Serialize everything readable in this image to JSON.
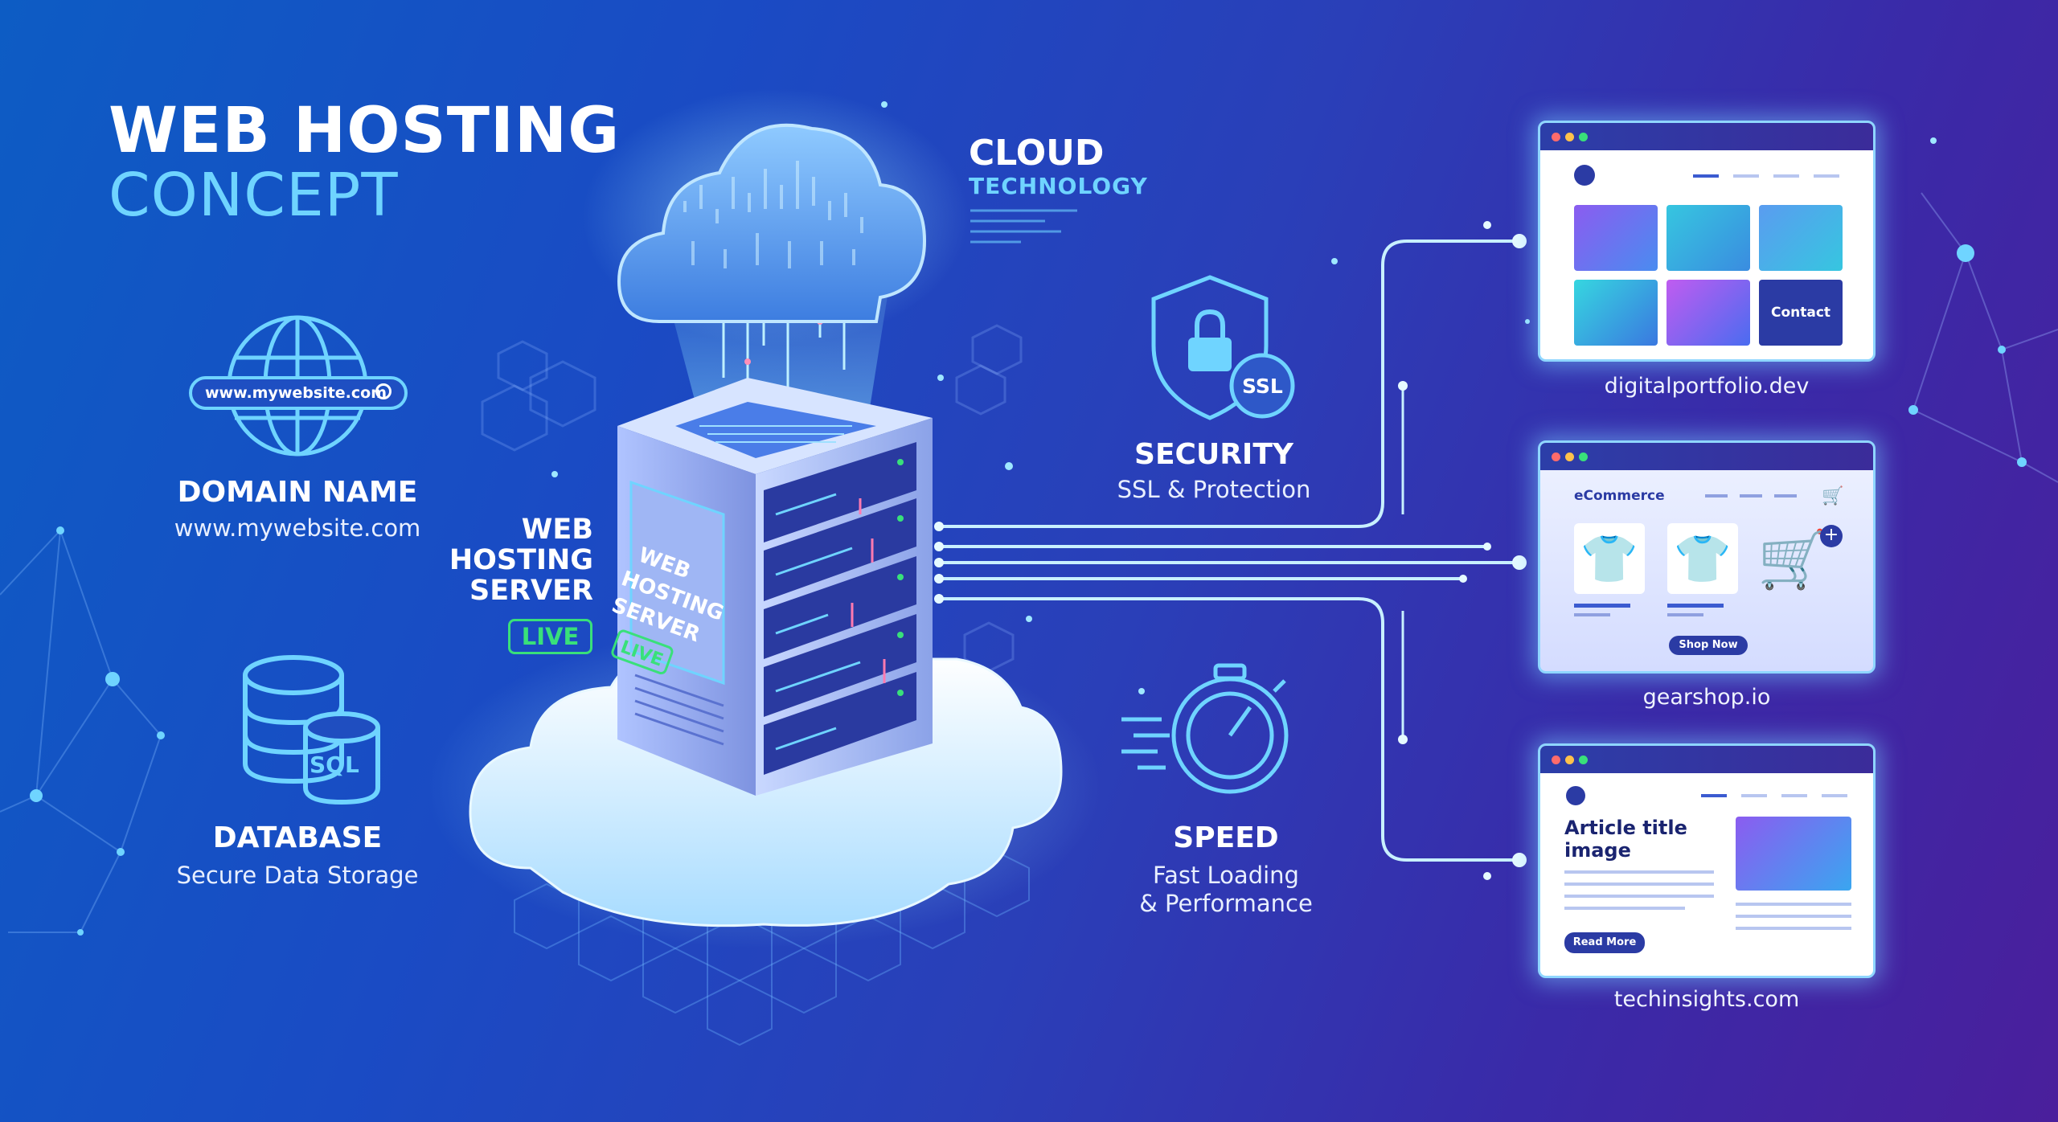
{
  "title": {
    "line1": "WEB HOSTING",
    "line2": "CONCEPT"
  },
  "domain": {
    "search_text": "www.mywebsite.com",
    "heading": "DOMAIN NAME",
    "sub": "www.mywebsite.com"
  },
  "database": {
    "badge": "SQL",
    "heading": "DATABASE",
    "sub": "Secure Data Storage"
  },
  "cloud": {
    "line1": "CLOUD",
    "line2": "TECHNOLOGY"
  },
  "server": {
    "label_line1": "WEB",
    "label_line2": "HOSTING",
    "label_line3": "SERVER",
    "live": "LIVE",
    "side_text_line1": "WEB",
    "side_text_line2": "HOSTING",
    "side_text_line3": "SERVER",
    "side_live": "LIVE"
  },
  "security": {
    "badge": "SSL",
    "heading": "SECURITY",
    "sub": "SSL & Protection"
  },
  "speed": {
    "heading": "SPEED",
    "sub_line1": "Fast Loading",
    "sub_line2": "& Performance"
  },
  "sites": [
    {
      "label": "digitalportfolio.dev",
      "contact": "Contact"
    },
    {
      "label": "gearshop.io",
      "brand": "eCommerce",
      "button": "Shop Now"
    },
    {
      "label": "techinsights.com",
      "article_line1": "Article title",
      "article_line2": "image",
      "button": "Read More"
    }
  ],
  "colors": {
    "accent": "#6fd4ff",
    "live": "#39e07a",
    "card_bar": "#2c3ea8"
  }
}
